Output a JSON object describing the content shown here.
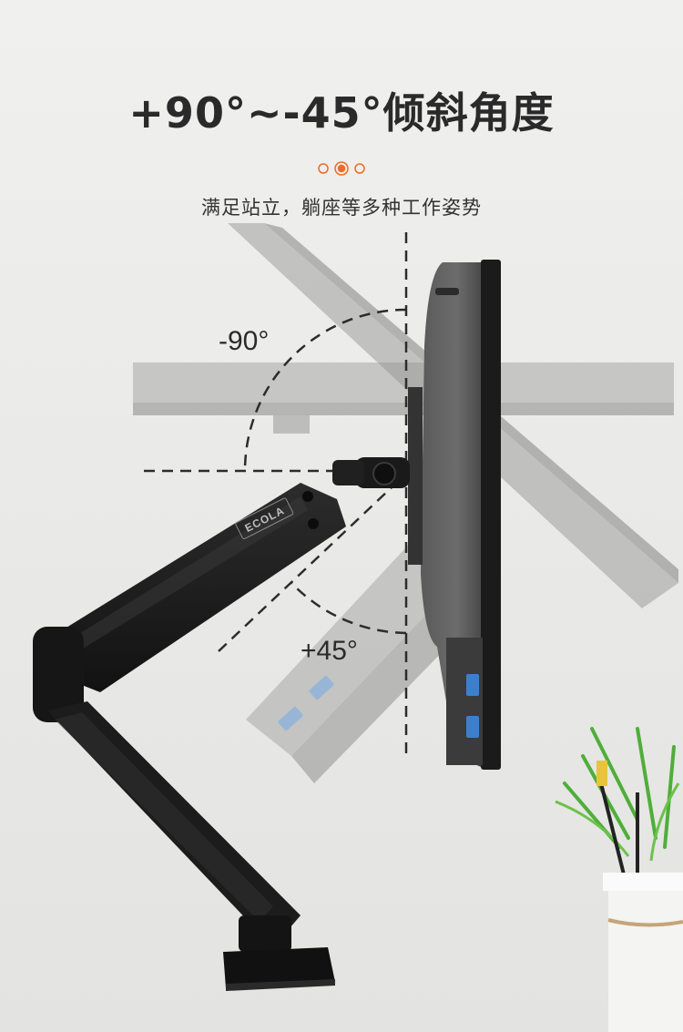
{
  "headline": "+90°~-45°倾斜角度",
  "subtitle": "满足站立，躺座等多种工作姿势",
  "angles": {
    "up": "-90°",
    "down": "+45°"
  },
  "brand": "ECOLA",
  "colors": {
    "accent": "#f26a21",
    "background": "#ebebe9",
    "arm": "#1b1b1b",
    "text": "#2a2a2a"
  }
}
